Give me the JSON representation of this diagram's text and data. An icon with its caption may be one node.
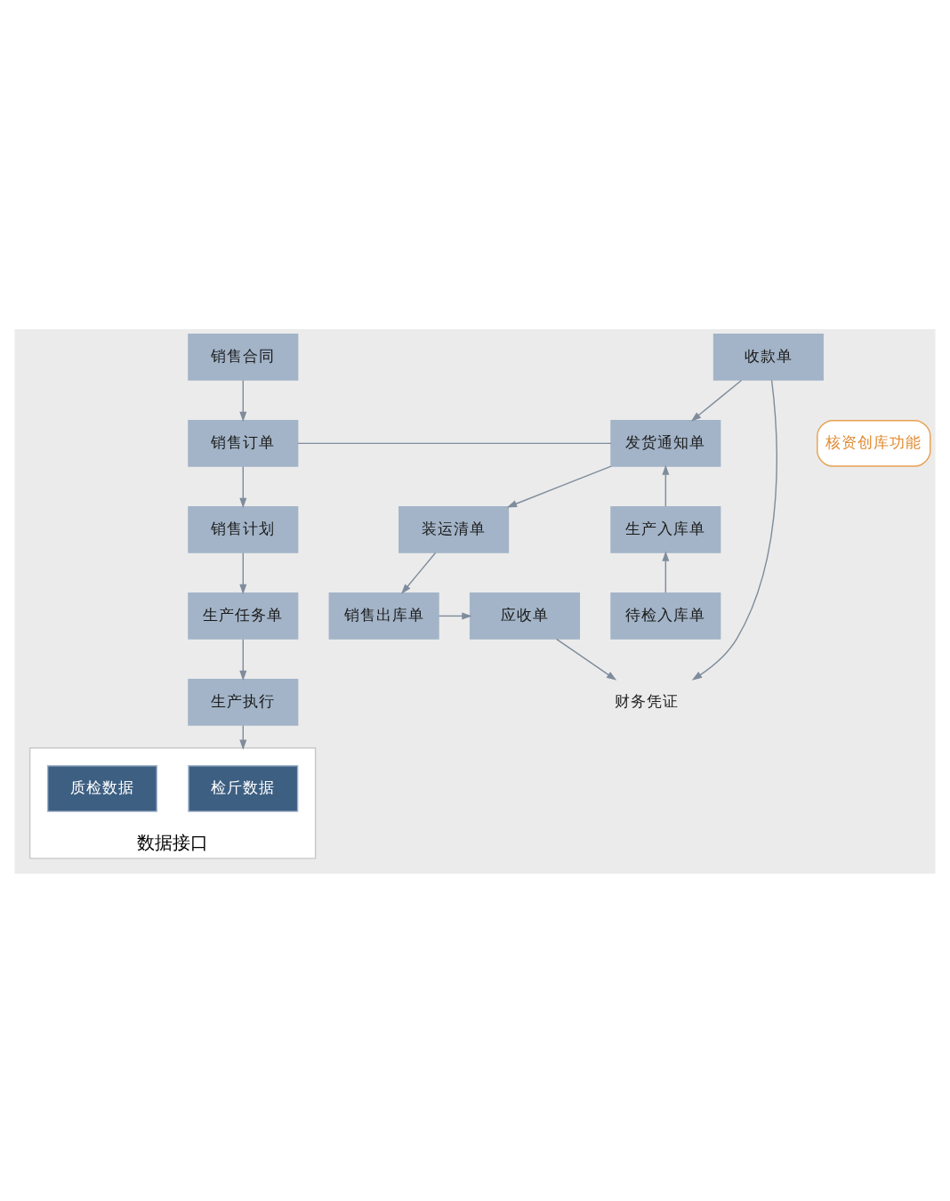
{
  "diagram": {
    "nodes": [
      {
        "text": [
          "销售合同"
        ]
      },
      {
        "text": [
          "收款单"
        ]
      },
      {
        "text": [
          "销售订单"
        ]
      },
      {
        "text": [
          "发货通知单"
        ]
      },
      {
        "text": [
          "销售计划"
        ]
      },
      {
        "text": [
          "生产入库单"
        ]
      },
      {
        "text": [
          "装运清单"
        ]
      },
      {
        "text": [
          "财务凭证"
        ]
      },
      {
        "text": [
          "生产任务单"
        ]
      },
      {
        "text": [
          "待检入库单"
        ]
      },
      {
        "text": [
          "销售出库单"
        ]
      },
      {
        "text": [
          "应收单"
        ]
      },
      {
        "text": [
          "生产执行"
        ]
      },
      {
        "text": [
          "数据接口"
        ]
      },
      {
        "text": [
          "检斤数据"
        ],
        "in": 13
      },
      {
        "text": [
          "质检数据"
        ],
        "in": 13
      }
    ],
    "edges": [
      {
        "from": 0,
        "to": 2,
        "arrow": "to"
      },
      {
        "from": 1,
        "to": 3,
        "arrow": "to"
      },
      {
        "from": 1,
        "to": 7,
        "arrow": "to"
      },
      {
        "from": 2,
        "to": 3,
        "arrow": "none"
      },
      {
        "from": 3,
        "to": 6,
        "arrow": "to"
      },
      {
        "from": 2,
        "to": 4,
        "arrow": "to"
      },
      {
        "from": 4,
        "to": 8,
        "arrow": "to"
      },
      {
        "from": 8,
        "to": 12,
        "arrow": "to"
      },
      {
        "from": 12,
        "to": 13,
        "arrow": "to"
      },
      {
        "from": 9,
        "to": 5,
        "arrow": "to"
      },
      {
        "from": 5,
        "to": 3,
        "arrow": "to"
      },
      {
        "from": 6,
        "to": 10,
        "arrow": "to"
      },
      {
        "from": 10,
        "to": 11,
        "arrow": "to"
      },
      {
        "from": 11,
        "to": 7,
        "arrow": "to"
      }
    ],
    "labels": [
      "核资创库功能"
    ]
  }
}
